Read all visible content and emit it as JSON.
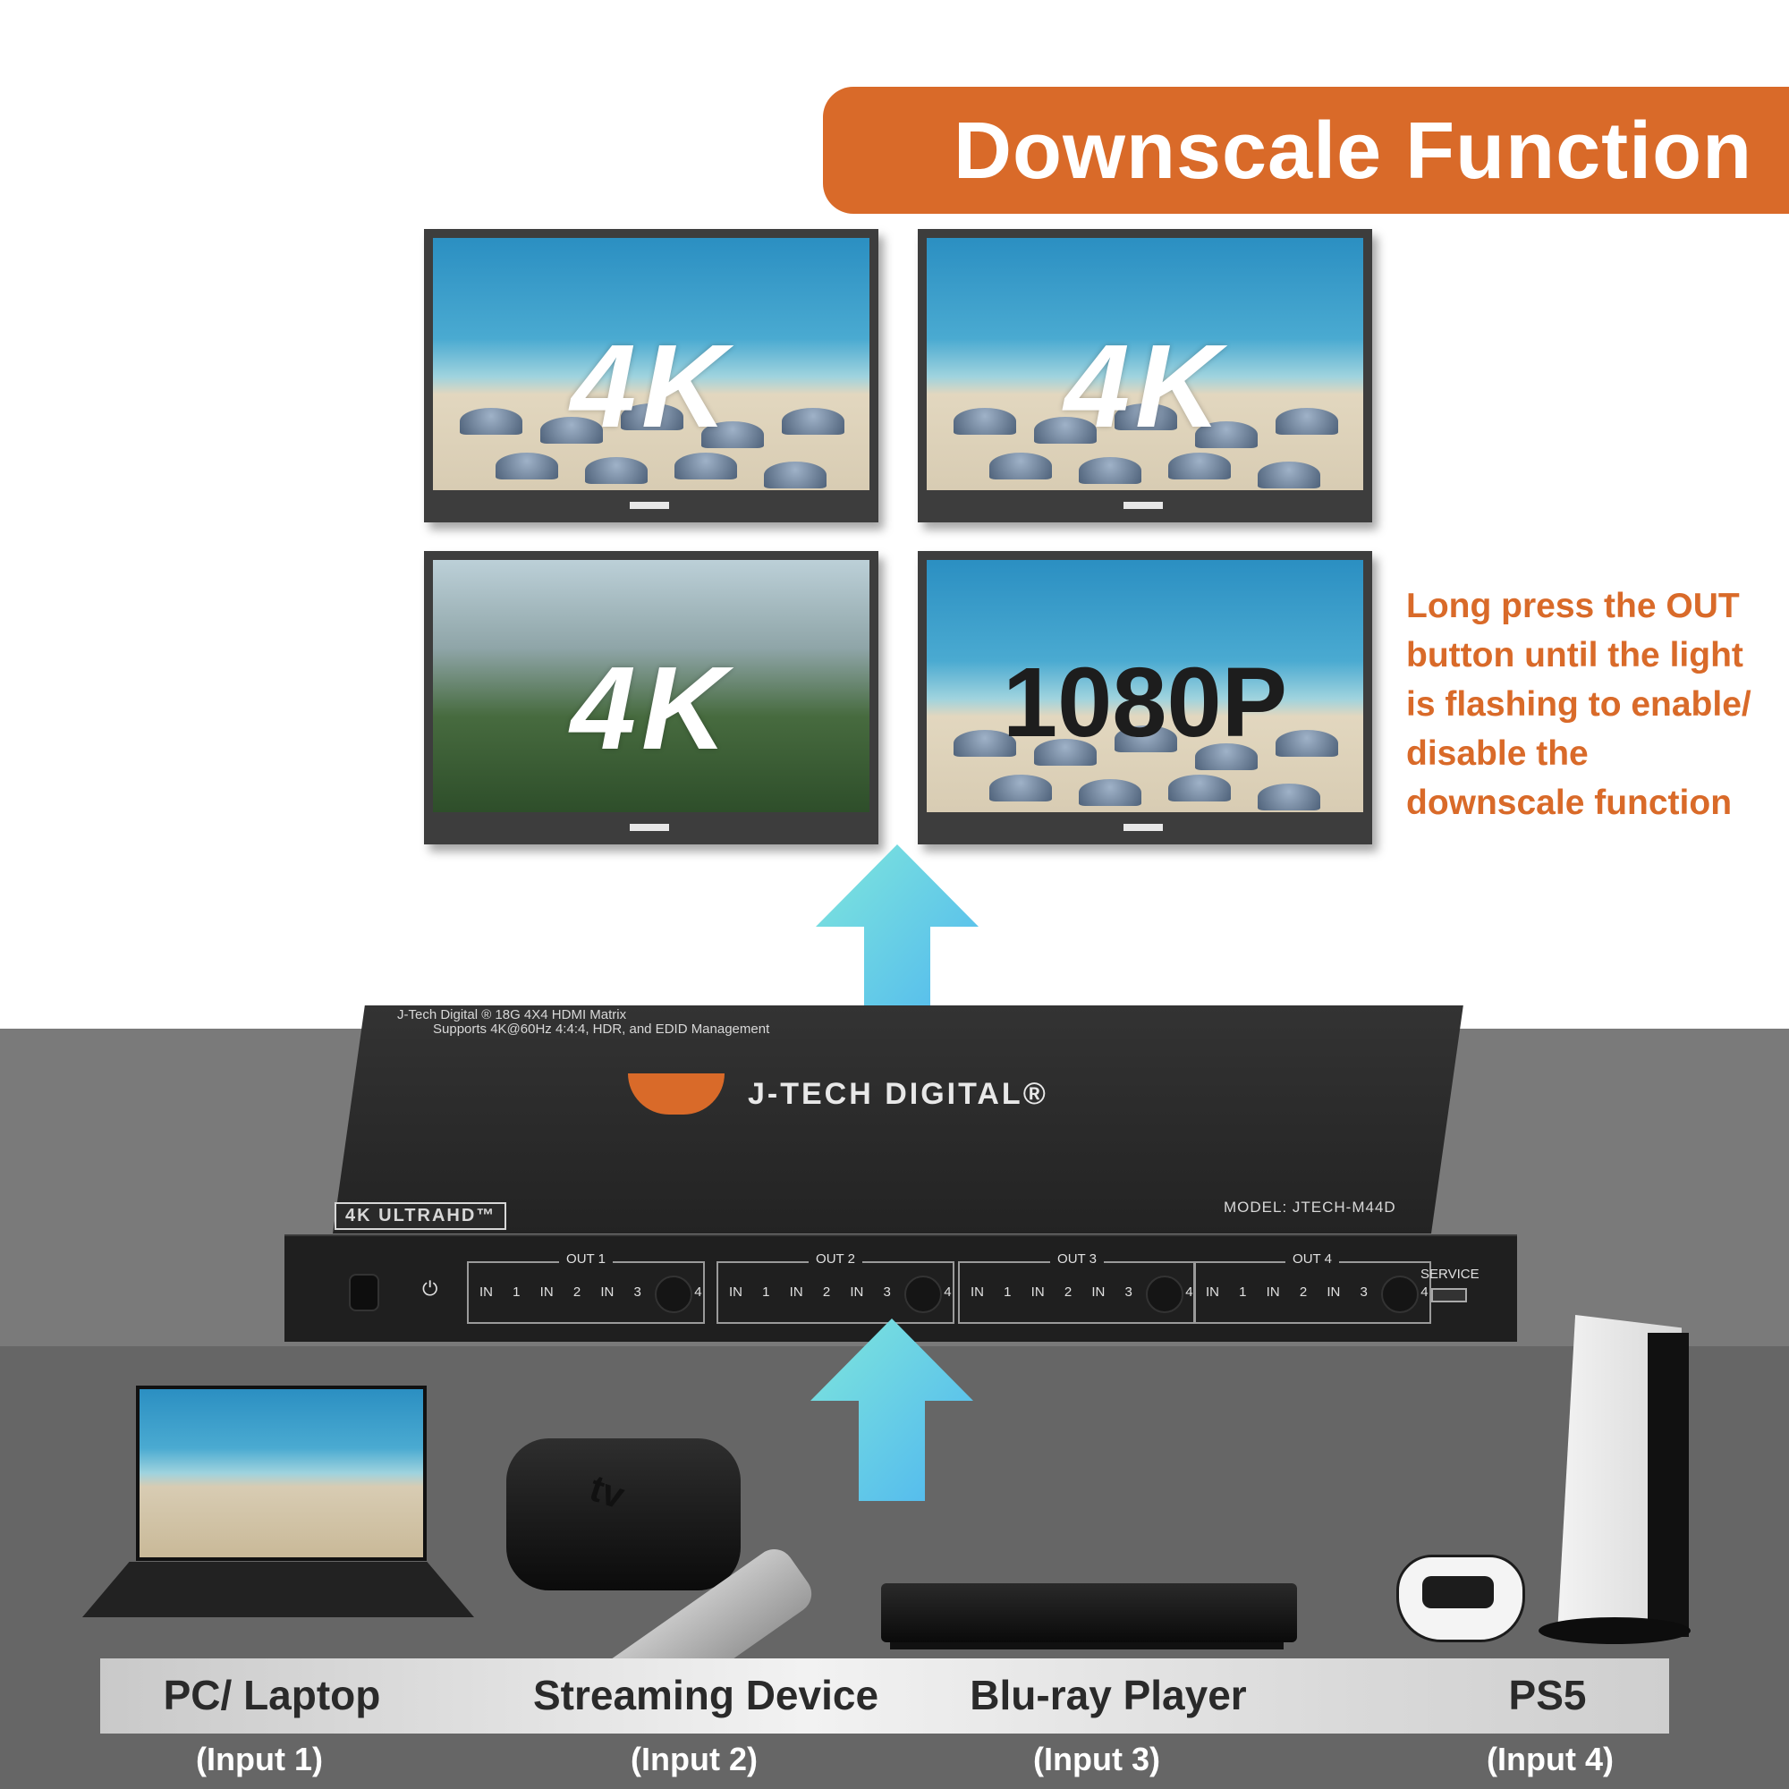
{
  "banner": {
    "title": "Downscale Function"
  },
  "monitors": [
    {
      "label": "4K"
    },
    {
      "label": "4K"
    },
    {
      "label": "4K"
    },
    {
      "label": "1080P"
    }
  ],
  "note": "Long press the OUT button until the light is flashing to enable/ disable the downscale function",
  "device": {
    "top_line1": "J-Tech Digital ® 18G 4X4 HDMI Matrix",
    "top_line2": "Supports 4K@60Hz 4:4:4, HDR, and EDID Management",
    "brand": "J-TECH DIGITAL®",
    "badge": "4K ULTRAHD™",
    "model": "MODEL:  JTECH-M44D",
    "outputs": [
      {
        "label": "OUT 1",
        "inputs": "IN 1 IN 2 IN 3 IN 4"
      },
      {
        "label": "OUT 2",
        "inputs": "IN 1 IN 2 IN 3 IN 4"
      },
      {
        "label": "OUT 3",
        "inputs": "IN 1 IN 2 IN 3 IN 4"
      },
      {
        "label": "OUT 4",
        "inputs": "IN 1 IN 2 IN 3 IN 4"
      }
    ],
    "service": "SERVICE",
    "power_glyph": "⏻"
  },
  "atv_label": "tv",
  "sources": [
    {
      "name": "PC/ Laptop",
      "input": "(Input 1)"
    },
    {
      "name": "Streaming Device",
      "input": "(Input 2)"
    },
    {
      "name": "Blu-ray Player",
      "input": "(Input 3)"
    },
    {
      "name": "PS5",
      "input": "(Input 4)"
    }
  ],
  "colors": {
    "accent": "#d96a29",
    "arrow_top": "#7fe6dc",
    "arrow_bottom": "#4fb6f0"
  }
}
